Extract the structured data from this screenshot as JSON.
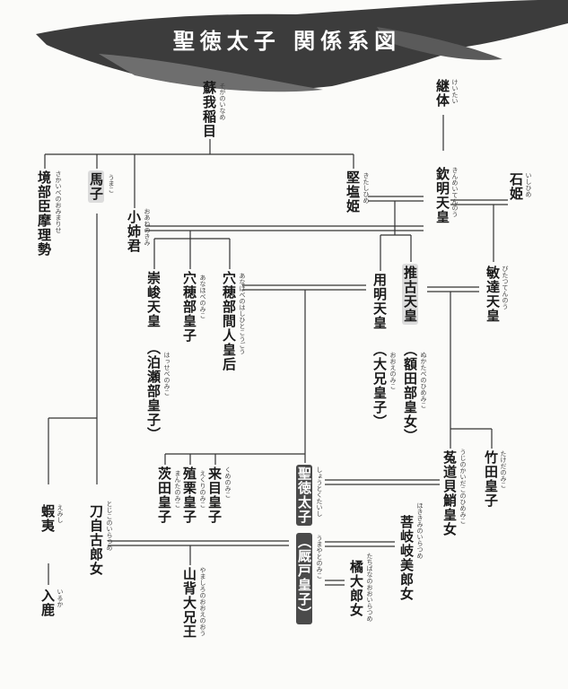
{
  "title": "聖徳太子 関係系図",
  "people": {
    "soga_iname": {
      "name": "蘇我稲目",
      "ruby": "そがのいなめ"
    },
    "keitai": {
      "name": "継体",
      "ruby": "けいたい"
    },
    "sakaibe": {
      "name": "境部臣摩理勢",
      "ruby": "さかいべのおみまりせ"
    },
    "umako": {
      "name": "馬子",
      "ruby": "うまこ"
    },
    "oane": {
      "name": "小姉君",
      "ruby": "おあねのきみ"
    },
    "kitashi": {
      "name": "堅塩姫",
      "ruby": "きたしひめ"
    },
    "kinmei": {
      "name": "欽明天皇",
      "ruby": "きんめいてんのう"
    },
    "ishihime": {
      "name": "石姫",
      "ruby": "いしひめ"
    },
    "sushun": {
      "name": "崇峻天皇",
      "alt": "（泊瀬部皇子）",
      "alt_ruby": "はっせべのみこ"
    },
    "anahobe": {
      "name": "穴穂部皇子",
      "ruby": "あなほべのみこ"
    },
    "hashihito": {
      "name": "穴穂部間人皇后",
      "ruby": "あなほべのはしひとこうごう"
    },
    "yomei": {
      "name": "用明天皇",
      "alt": "（大兄皇子）",
      "alt_ruby": "おおえのみこ"
    },
    "suiko": {
      "name": "推古天皇",
      "alt": "（額田部皇女）",
      "alt_ruby": "ぬかたべのひめみこ"
    },
    "bidatsu": {
      "name": "敏達天皇",
      "ruby": "びたつてんのう"
    },
    "shotoku": {
      "name": "聖徳太子",
      "ruby": "しょうとくたいし",
      "alt": "（厩戸皇子）",
      "alt_ruby": "うまやとのみこ"
    },
    "umaraya": {
      "name": "茨田皇子",
      "ruby": "まんたのみこ"
    },
    "ekuri": {
      "name": "殖栗皇子",
      "ruby": "えくりのみこ"
    },
    "kume": {
      "name": "来目皇子",
      "ruby": "くめのみこ"
    },
    "uji": {
      "name": "菟道貝鮹皇女",
      "ruby": "うじのかいだこのひめみこ"
    },
    "takeda": {
      "name": "竹田皇子",
      "ruby": "たけだのみこ"
    },
    "emishi": {
      "name": "蝦夷",
      "ruby": "えみし"
    },
    "iruka": {
      "name": "入鹿",
      "ruby": "いるか"
    },
    "tojiko": {
      "name": "刀自古郎女",
      "ruby": "とじこのいらつめ"
    },
    "yamashiro": {
      "name": "山背大兄王",
      "ruby": "やましろのおおえのおう"
    },
    "hokiki": {
      "name": "菩岐岐美郎女",
      "ruby": "ほききみのいらつめ"
    },
    "tachibana": {
      "name": "橘大郎女",
      "ruby": "たちばなのおおいらつめ"
    }
  }
}
